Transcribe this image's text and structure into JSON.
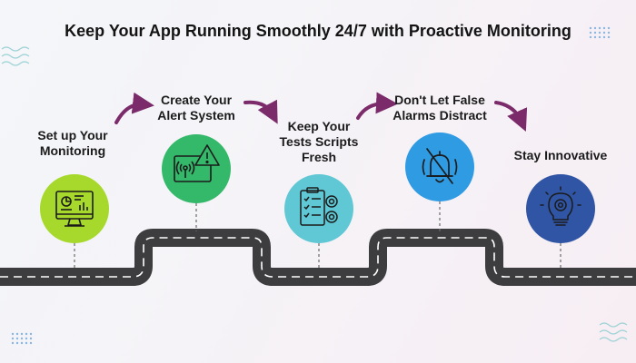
{
  "title": "Keep Your App Running Smoothly 24/7 with Proactive Monitoring",
  "steps": [
    {
      "label": "Set up Your\nMonitoring",
      "icon": "monitor-dashboard-icon",
      "color": "#a6d92b"
    },
    {
      "label": "Create Your\nAlert System",
      "icon": "alert-signal-icon",
      "color": "#34b86a"
    },
    {
      "label": "Keep Your\nTests Scripts\nFresh",
      "icon": "checklist-gears-icon",
      "color": "#5fc8d4"
    },
    {
      "label": "Don't Let False\nAlarms Distract",
      "icon": "muted-bell-icon",
      "color": "#2f9be3"
    },
    {
      "label": "Stay Innovative",
      "icon": "lightbulb-gear-icon",
      "color": "#2f55a4"
    }
  ],
  "colors": {
    "road": "#3d3d3f",
    "arrow": "#7b2a6a",
    "road_dash": "#ffffff"
  }
}
